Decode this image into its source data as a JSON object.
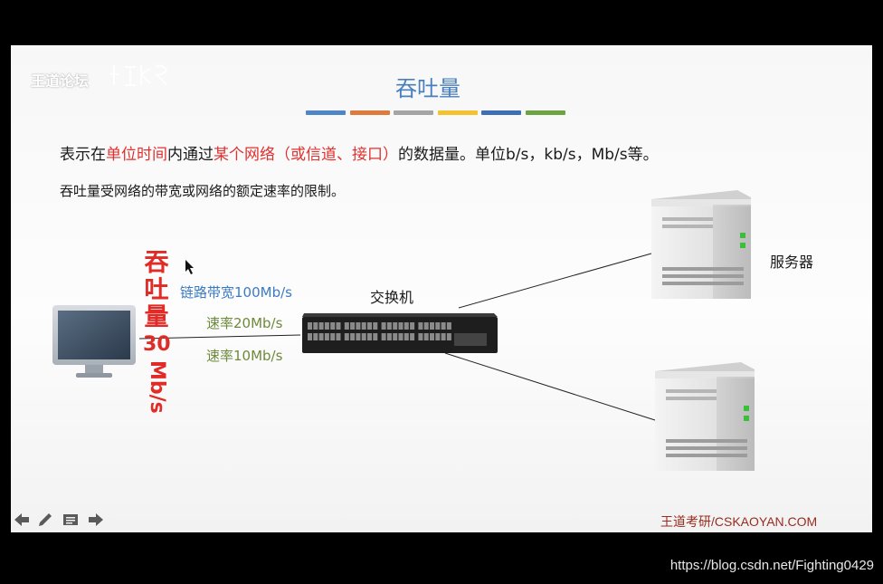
{
  "logo": {
    "text": "王道论坛"
  },
  "title": "吞吐量",
  "color_bars": [
    "#4f86c6",
    "#dd7b3c",
    "#a5a5a5",
    "#f2c230",
    "#3e6fb5",
    "#6da343"
  ],
  "definition": {
    "part1": "表示在",
    "hl1": "单位时间",
    "part2": "内通过",
    "hl2": "某个网络（或信道、接口）",
    "part3": "的数据量。单位b/s，kb/s，Mb/s等。"
  },
  "note": "吞吐量受网络的带宽或网络的额定速率的限制。",
  "diagram": {
    "throughput_chars": [
      "吞",
      "吐",
      "量"
    ],
    "throughput_num": "30",
    "throughput_unit": "Mb/s",
    "link_bandwidth": "链路带宽100Mb/s",
    "rate_20": "速率20Mb/s",
    "rate_10": "速率10Mb/s",
    "switch_label": "交换机",
    "server_label": "服务器"
  },
  "nav": {
    "icons": [
      "arrow-left-icon",
      "pencil-icon",
      "menu-icon",
      "arrow-right-icon"
    ]
  },
  "footer": "王道考研/CSKAOYAN.COM",
  "watermark_url": "https://blog.csdn.net/Fighting0429"
}
